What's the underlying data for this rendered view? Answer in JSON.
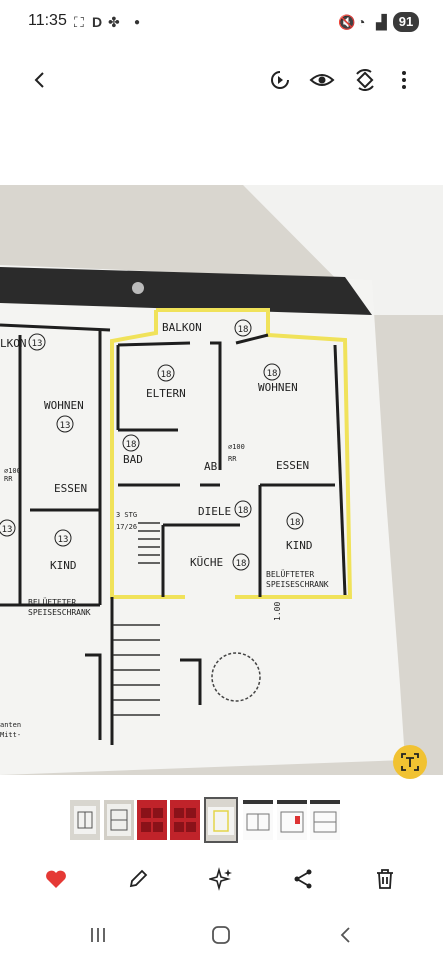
{
  "status_bar": {
    "time": "11:35",
    "battery": "91"
  },
  "top_bar": {
    "back_icon": "arrow-left-icon",
    "actions": [
      "motion-photo-icon",
      "eye-icon",
      "rotate-icon",
      "more-vert-icon"
    ]
  },
  "photo": {
    "labels": {
      "balkon": "BALKON",
      "balkon_left": "LKON",
      "eltern": "ELTERN",
      "wohnen": "WOHNEN",
      "wohnen_left": "WOHNEN",
      "bad": "BAD",
      "ab": "AB.",
      "rr": "RR",
      "essen": "ESSEN",
      "essen_left": "ESSEN",
      "diele": "DIELE",
      "kind": "KIND",
      "kind_left": "KIND",
      "kueche": "KÜCHE",
      "stg": "3 STG",
      "stg_ratio": "17/26",
      "belueftet": "BELÜFTETER",
      "speiseschrank": "SPEISESCHRANK",
      "dim_100": "1.00",
      "dia_100": "⌀100",
      "num_18": "18",
      "num_13": "13",
      "bottom_left_1": "anten",
      "bottom_left_2": "Mitt-"
    },
    "lens_icon": "text-recognition-icon",
    "lens_color": "#f1c232"
  },
  "thumbnails": [
    "floor-plan-1",
    "floor-plan-2",
    "red-screenshot-1",
    "red-screenshot-2",
    "floor-plan-current",
    "document-1",
    "document-2",
    "document-3"
  ],
  "action_bar": [
    "heart-icon",
    "pencil-icon",
    "sparkle-icon",
    "share-icon",
    "trash-icon"
  ],
  "nav_bar": [
    "recents-icon",
    "home-icon",
    "back-icon"
  ],
  "colors": {
    "favorite": "#e53935",
    "highlight": "#f0e25a",
    "accent": "#f1c232"
  }
}
